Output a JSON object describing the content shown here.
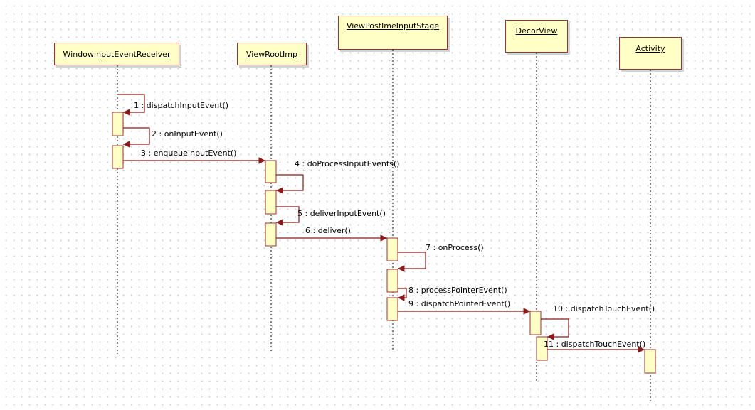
{
  "diagram_type": "sequence",
  "colors": {
    "box_fill": "#ffffc6",
    "box_border": "#9a3333",
    "message_line": "#8b1a1a",
    "lifeline": "#000000"
  },
  "lifelines": [
    {
      "id": "wier",
      "name": "WindowInputEventReceiver"
    },
    {
      "id": "vri",
      "name": "ViewRootImp"
    },
    {
      "id": "vpis",
      "name": "ViewPostImeInputStage"
    },
    {
      "id": "dv",
      "name": "DecorView"
    },
    {
      "id": "act",
      "name": "Activity"
    }
  ],
  "messages": [
    {
      "label": "1 : dispatchInputEvent()",
      "from": "wier",
      "to": "wier"
    },
    {
      "label": "2 : onInputEvent()",
      "from": "wier",
      "to": "wier"
    },
    {
      "label": "3 : enqueueInputEvent()",
      "from": "wier",
      "to": "vri"
    },
    {
      "label": "4 : doProcessInputEvents()",
      "from": "vri",
      "to": "vri"
    },
    {
      "label": "5 : deliverInputEvent()",
      "from": "vri",
      "to": "vri"
    },
    {
      "label": "6 : deliver()",
      "from": "vri",
      "to": "vpis"
    },
    {
      "label": "7 : onProcess()",
      "from": "vpis",
      "to": "vpis"
    },
    {
      "label": "8 : processPointerEvent()",
      "from": "vpis",
      "to": "vpis"
    },
    {
      "label": "9 : dispatchPointerEvent()",
      "from": "vpis",
      "to": "dv"
    },
    {
      "label": "10 : dispatchTouchEvent()",
      "from": "dv",
      "to": "dv"
    },
    {
      "label": "11 : dispatchTouchEvent()",
      "from": "dv",
      "to": "act"
    }
  ]
}
